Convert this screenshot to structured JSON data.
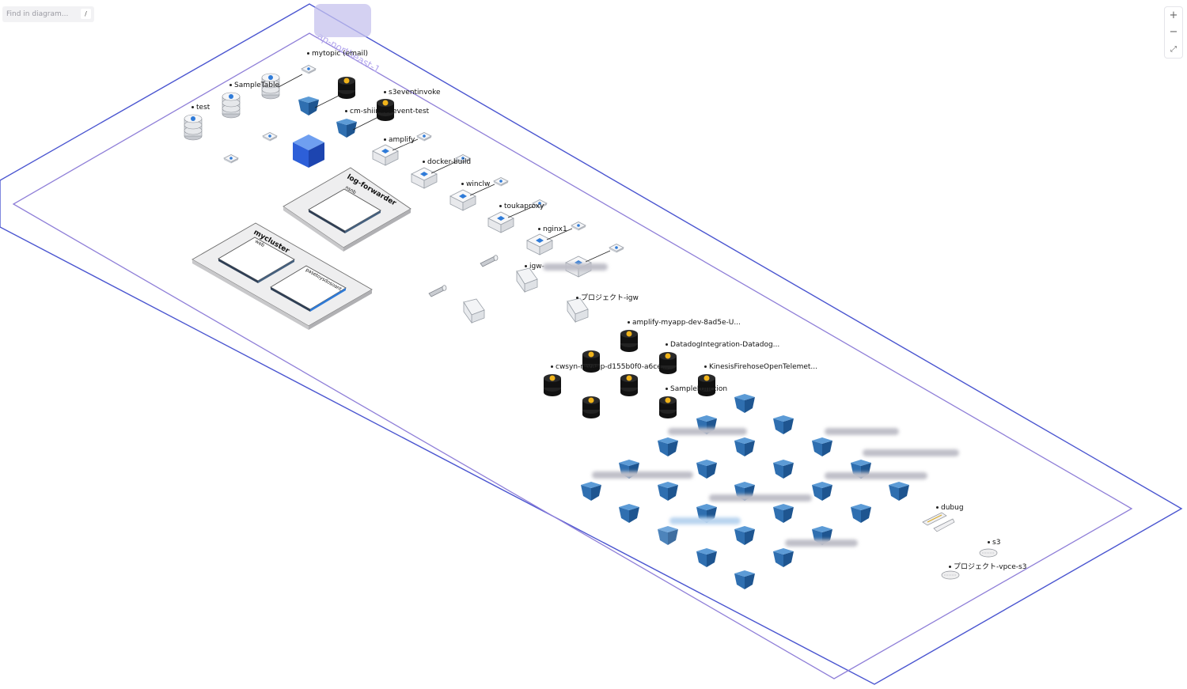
{
  "search": {
    "placeholder": "Find in diagram...",
    "shortcut": "/"
  },
  "zoom_controls": {
    "zoom_in": "+",
    "zoom_out": "−",
    "fit": "⤢"
  },
  "region_label": "ap-northeast-1",
  "clusters": [
    {
      "title": "log-forwarder",
      "services": [
        "nsnb"
      ]
    },
    {
      "title": "mycluster",
      "services": [
        "web",
        "pasetoysdosoant"
      ]
    }
  ],
  "resources": {
    "dynamodb": [
      "test",
      "SampleTable"
    ],
    "sns": [
      "mytopic (email)"
    ],
    "lambda_triggers": [
      "s3eventinvoke",
      "cm-shiinas3event-test"
    ],
    "ec2": [
      "amplify",
      "docker-build",
      "winclw",
      "toukaproxy",
      "nginx1"
    ],
    "gateways": [
      "igw-",
      "プロジェクト-igw"
    ],
    "lambdas": [
      "amplify-myapp-dev-8ad5e-U...",
      "DatadogIntegration-Datadog...",
      "cwsyn-myapp-d155b0f0-a6ce...",
      "KinesisFirehoseOpenTelemet...",
      "SampleFunction"
    ],
    "route_table": [
      "dubug"
    ],
    "endpoints": [
      "s3",
      "プロジェクト-vpce-s3"
    ]
  },
  "colors": {
    "outer_frame": "#4a55d0",
    "inner_frame": "#8f7fd8",
    "s3_bucket": "#2f6fb0",
    "lambda_body": "#111111",
    "lambda_accent": "#f0b31a",
    "ecs_cube": "#2d5fd8"
  }
}
